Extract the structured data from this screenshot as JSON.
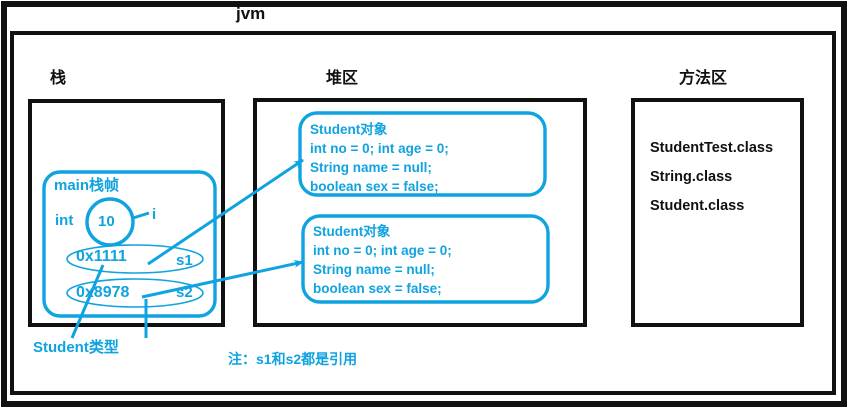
{
  "diagram": {
    "title": "jvm",
    "accent_color": "#0FA3E0",
    "outline_color": "#111111",
    "note": "注：s1和s2都是引用"
  },
  "regions": {
    "stack": {
      "title": "栈",
      "frame": {
        "label": "main栈帧",
        "primitive": {
          "type_label": "int",
          "value": "10",
          "var_name": "i"
        },
        "references": [
          {
            "address": "0x1111",
            "var_name": "s1"
          },
          {
            "address": "0x8978",
            "var_name": "s2"
          }
        ],
        "type_annotation": "Student类型"
      }
    },
    "heap": {
      "title": "堆区",
      "objects": [
        {
          "header": "Student对象",
          "fields": [
            "int no = 0; int age = 0;",
            "String name = null;",
            "boolean sex = false;"
          ]
        },
        {
          "header": "Student对象",
          "fields": [
            "int no = 0; int age = 0;",
            "String name = null;",
            "boolean sex = false;"
          ]
        }
      ]
    },
    "method_area": {
      "title": "方法区",
      "classes": [
        "StudentTest.class",
        "String.class",
        "Student.class"
      ]
    }
  }
}
